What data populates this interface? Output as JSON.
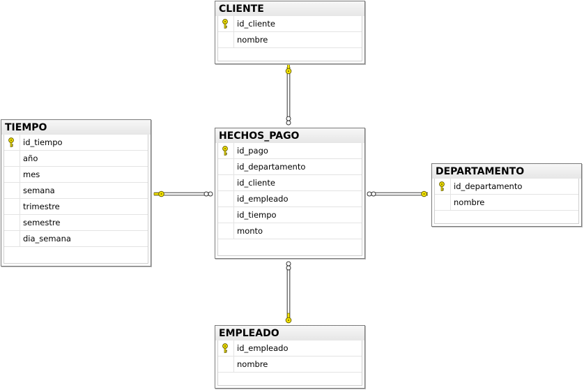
{
  "tables": {
    "cliente": {
      "name": "CLIENTE",
      "columns": [
        {
          "name": "id_cliente",
          "pk": true
        },
        {
          "name": "nombre",
          "pk": false
        }
      ]
    },
    "tiempo": {
      "name": "TIEMPO",
      "columns": [
        {
          "name": "id_tiempo",
          "pk": true
        },
        {
          "name": "año",
          "pk": false
        },
        {
          "name": "mes",
          "pk": false
        },
        {
          "name": "semana",
          "pk": false
        },
        {
          "name": "trimestre",
          "pk": false
        },
        {
          "name": "semestre",
          "pk": false
        },
        {
          "name": "dia_semana",
          "pk": false
        }
      ]
    },
    "hechos_pago": {
      "name": "HECHOS_PAGO",
      "columns": [
        {
          "name": "id_pago",
          "pk": true
        },
        {
          "name": "id_departamento",
          "pk": false
        },
        {
          "name": "id_cliente",
          "pk": false
        },
        {
          "name": "id_empleado",
          "pk": false
        },
        {
          "name": "id_tiempo",
          "pk": false
        },
        {
          "name": "monto",
          "pk": false
        }
      ]
    },
    "departamento": {
      "name": "DEPARTAMENTO",
      "columns": [
        {
          "name": "id_departamento",
          "pk": true
        },
        {
          "name": "nombre",
          "pk": false
        }
      ]
    },
    "empleado": {
      "name": "EMPLEADO",
      "columns": [
        {
          "name": "id_empleado",
          "pk": true
        },
        {
          "name": "nombre",
          "pk": false
        }
      ]
    }
  },
  "relationships": [
    {
      "from": "hechos_pago",
      "to": "cliente",
      "one_end": "cliente",
      "many_end": "hechos_pago"
    },
    {
      "from": "hechos_pago",
      "to": "tiempo",
      "one_end": "tiempo",
      "many_end": "hechos_pago"
    },
    {
      "from": "hechos_pago",
      "to": "departamento",
      "one_end": "departamento",
      "many_end": "hechos_pago"
    },
    {
      "from": "hechos_pago",
      "to": "empleado",
      "one_end": "empleado",
      "many_end": "hechos_pago"
    }
  ],
  "colors": {
    "key_fill": "#f5e400",
    "key_stroke": "#6b6200",
    "line": "#555555",
    "header_bg": "#ececec"
  },
  "icons": {
    "primary_key": "key-icon",
    "one_end": "key-icon",
    "many_end": "infinity-icon"
  }
}
